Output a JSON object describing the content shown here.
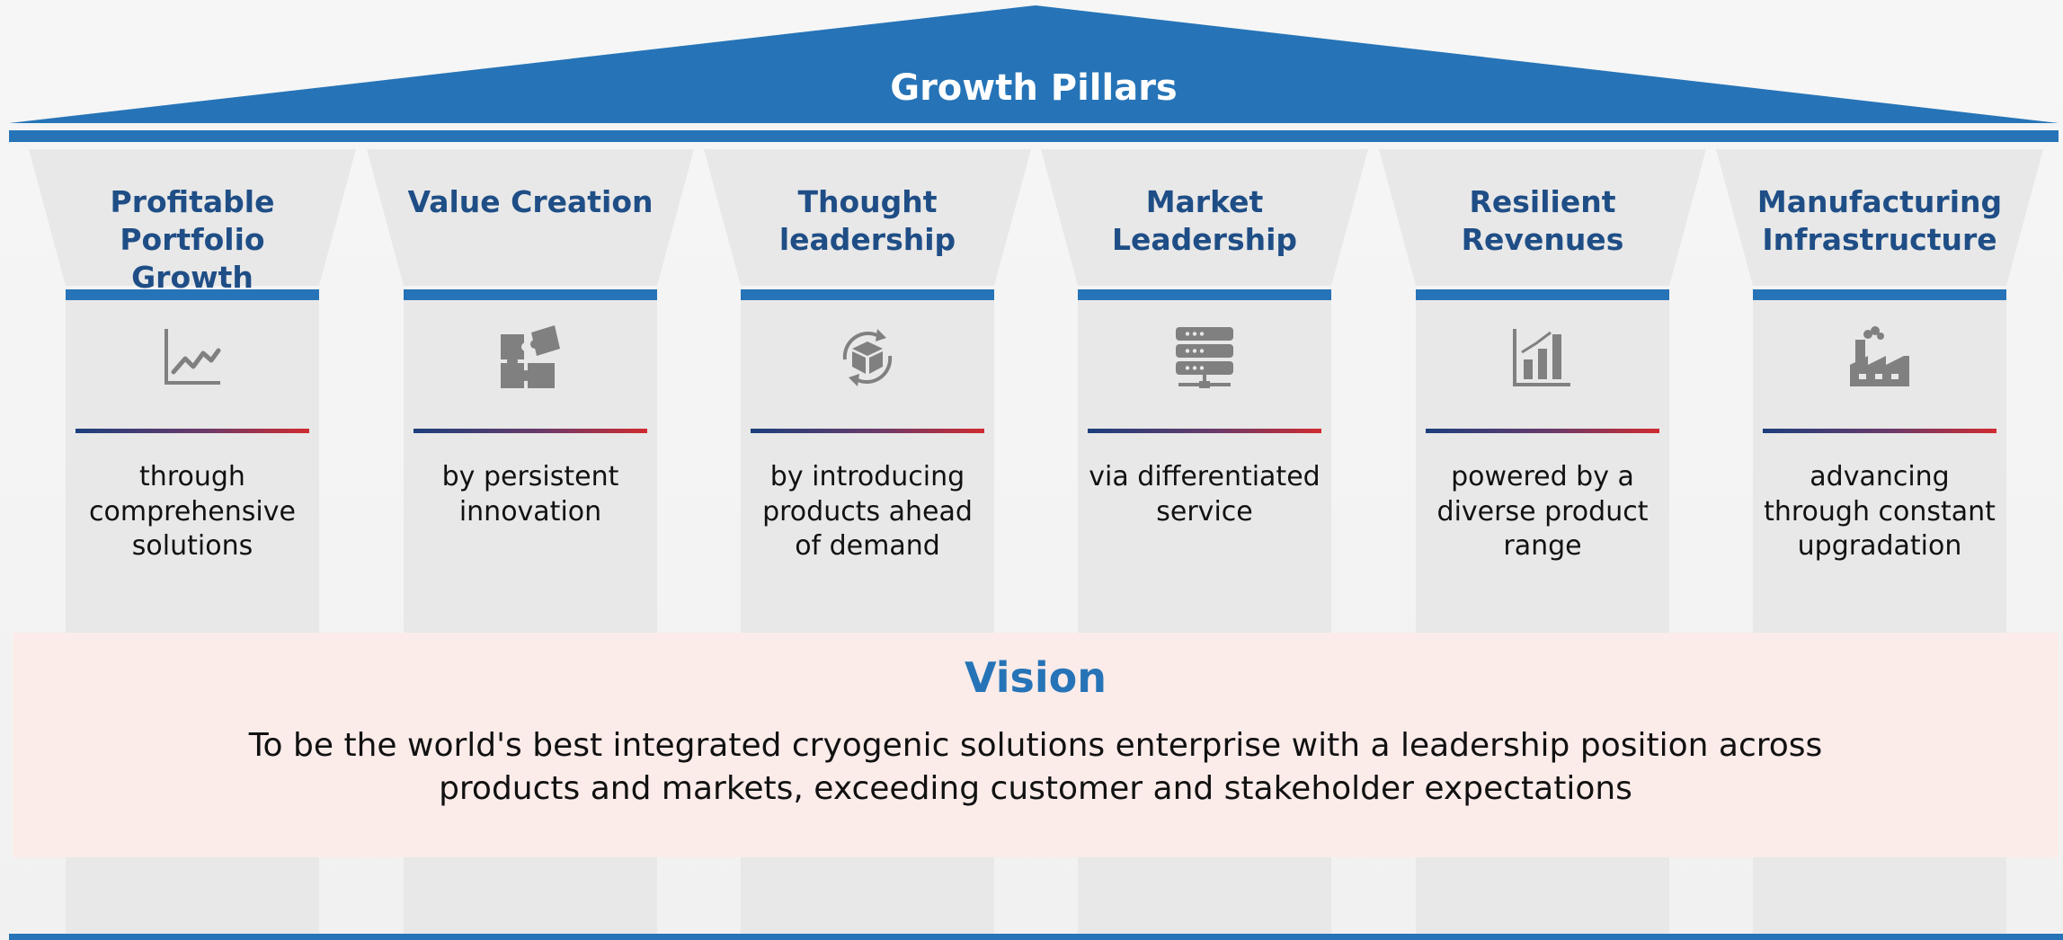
{
  "roof": {
    "title": "Growth Pillars"
  },
  "pillars": [
    {
      "title": "Profitable Portfolio Growth",
      "description": "through comprehensive solutions",
      "icon": "line-chart-icon"
    },
    {
      "title": "Value Creation",
      "description": "by persistent innovation",
      "icon": "puzzle-icon"
    },
    {
      "title": "Thought leadership",
      "description": "by introducing products ahead of demand",
      "icon": "box-cycle-icon"
    },
    {
      "title": "Market Leadership",
      "description": "via differentiated service",
      "icon": "server-icon"
    },
    {
      "title": "Resilient Revenues",
      "description": "powered by a diverse product range",
      "icon": "bar-chart-icon"
    },
    {
      "title": "Manufacturing Infrastructure",
      "description": "advancing through constant upgradation",
      "icon": "factory-icon"
    }
  ],
  "vision": {
    "title": "Vision",
    "text": "To be the world's best integrated cryogenic solutions enterprise with a leadership position across products and markets, exceeding customer and stakeholder expectations"
  },
  "colors": {
    "primary_blue": "#2674b7",
    "title_navy": "#1f4e86",
    "pillar_grey": "#e8e8e8",
    "icon_grey": "#808080",
    "vision_background": "#fbecea",
    "divider_start": "#1c3f7d",
    "divider_end": "#d02b30"
  }
}
